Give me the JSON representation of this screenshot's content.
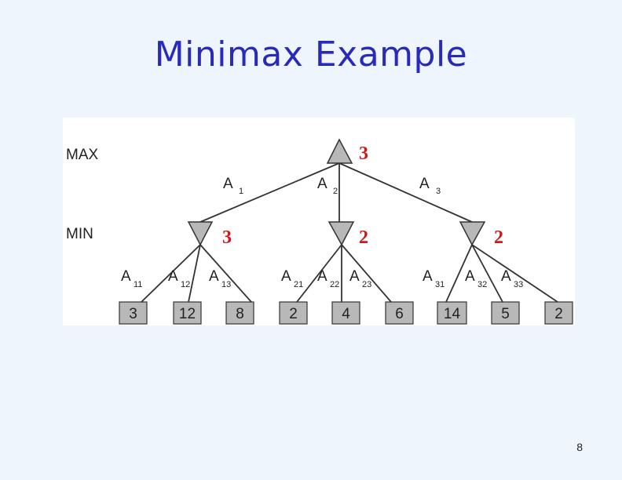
{
  "title": "Minimax Example",
  "page_number": "8",
  "levels": {
    "max": "MAX",
    "min": "MIN"
  },
  "root": {
    "value": "3"
  },
  "actions": [
    {
      "letter": "A",
      "sub": "1"
    },
    {
      "letter": "A",
      "sub": "2"
    },
    {
      "letter": "A",
      "sub": "3"
    }
  ],
  "min_nodes": [
    {
      "value": "3",
      "actions": [
        {
          "letter": "A",
          "sub": "11"
        },
        {
          "letter": "A",
          "sub": "12"
        },
        {
          "letter": "A",
          "sub": "13"
        }
      ]
    },
    {
      "value": "2",
      "actions": [
        {
          "letter": "A",
          "sub": "21"
        },
        {
          "letter": "A",
          "sub": "22"
        },
        {
          "letter": "A",
          "sub": "23"
        }
      ]
    },
    {
      "value": "2",
      "actions": [
        {
          "letter": "A",
          "sub": "31"
        },
        {
          "letter": "A",
          "sub": "32"
        },
        {
          "letter": "A",
          "sub": "33"
        }
      ]
    }
  ],
  "leaves": [
    "3",
    "12",
    "8",
    "2",
    "4",
    "6",
    "14",
    "5",
    "2"
  ],
  "colors": {
    "title": "#2a2ab8",
    "minimax_value": "#cc1a1a",
    "node_fill": "#b8b8b8",
    "background": "#eef5fc"
  }
}
